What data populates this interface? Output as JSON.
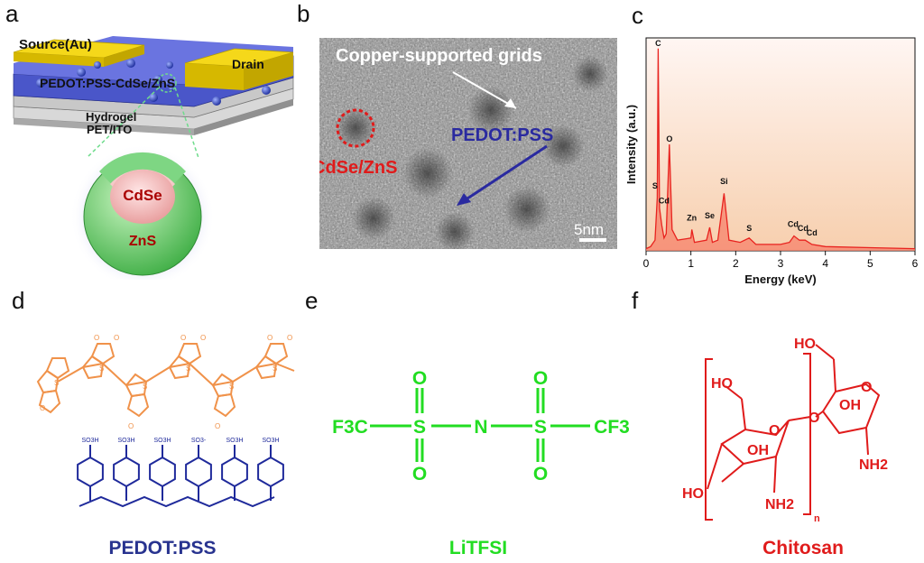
{
  "panels": {
    "a": "a",
    "b": "b",
    "c": "c",
    "d": "d",
    "e": "e",
    "f": "f"
  },
  "device": {
    "source": "Source(Au)",
    "drain": "Drain",
    "active_layer": "PEDOT:PSS-CdSe/ZnS",
    "hydrogel": "Hydrogel",
    "substrate": "PET/ITO",
    "core": "CdSe",
    "shell": "ZnS",
    "colors": {
      "electrode": "#f5d81a",
      "active": "#4a56c9",
      "core": "#f2b4b4",
      "shell": "#8fe08f"
    }
  },
  "tem": {
    "grid_label": "Copper-supported grids",
    "polymer_label": "PEDOT:PSS",
    "qd_label": "CdSe/ZnS",
    "scale": "5nm",
    "colors": {
      "qd": "#e01b1b",
      "polymer": "#2a2aa0"
    }
  },
  "chart_data": {
    "type": "line",
    "xlabel": "Energy (keV)",
    "ylabel": "Intensity (a.u.)",
    "xlim": [
      0,
      6
    ],
    "xticks": [
      0,
      1,
      2,
      3,
      4,
      5,
      6
    ],
    "series": [
      {
        "values": [
          [
            0,
            0.01
          ],
          [
            0.1,
            0.02
          ],
          [
            0.2,
            0.05
          ],
          [
            0.25,
            0.25
          ],
          [
            0.27,
            0.95
          ],
          [
            0.3,
            0.2
          ],
          [
            0.35,
            0.12
          ],
          [
            0.4,
            0.06
          ],
          [
            0.45,
            0.08
          ],
          [
            0.52,
            0.5
          ],
          [
            0.58,
            0.1
          ],
          [
            0.7,
            0.05
          ],
          [
            1.0,
            0.06
          ],
          [
            1.02,
            0.1
          ],
          [
            1.08,
            0.04
          ],
          [
            1.35,
            0.05
          ],
          [
            1.42,
            0.11
          ],
          [
            1.48,
            0.04
          ],
          [
            1.6,
            0.05
          ],
          [
            1.74,
            0.27
          ],
          [
            1.85,
            0.05
          ],
          [
            2.1,
            0.04
          ],
          [
            2.3,
            0.06
          ],
          [
            2.45,
            0.03
          ],
          [
            3.0,
            0.03
          ],
          [
            3.2,
            0.04
          ],
          [
            3.3,
            0.07
          ],
          [
            3.42,
            0.05
          ],
          [
            3.55,
            0.05
          ],
          [
            3.7,
            0.03
          ],
          [
            4.0,
            0.02
          ],
          [
            5.0,
            0.015
          ],
          [
            6.0,
            0.01
          ]
        ]
      }
    ],
    "peaks": [
      {
        "label": "C",
        "x": 0.27,
        "y": 0.95
      },
      {
        "label": "O",
        "x": 0.52,
        "y": 0.5
      },
      {
        "label": "S",
        "x": 0.2,
        "y": 0.28
      },
      {
        "label": "Cd",
        "x": 0.4,
        "y": 0.21
      },
      {
        "label": "Zn",
        "x": 1.02,
        "y": 0.13
      },
      {
        "label": "Se",
        "x": 1.42,
        "y": 0.14
      },
      {
        "label": "Si",
        "x": 1.74,
        "y": 0.3
      },
      {
        "label": "S",
        "x": 2.3,
        "y": 0.08
      },
      {
        "label": "Cd",
        "x": 3.28,
        "y": 0.1
      },
      {
        "label": "Cd",
        "x": 3.5,
        "y": 0.08
      },
      {
        "label": "Cd",
        "x": 3.7,
        "y": 0.06
      }
    ],
    "colors": {
      "line": "#e8231f",
      "fill_top": "#ffe9e4",
      "fill_bottom": "#f6d7b0"
    }
  },
  "structures": {
    "pedot": {
      "sulfur": "S",
      "oxygen": "O",
      "label": "PEDOT:PSS",
      "so3h": "SO3H",
      "so3": "SO3-",
      "color_pedot": "#f0924a",
      "color_pss": "#1f2a9b"
    },
    "litfsi": {
      "f3c": "F3C",
      "s": "S",
      "n": "N",
      "o": "O",
      "cf3": "CF3",
      "label": "LiTFSI",
      "color": "#22dd22"
    },
    "chitosan": {
      "ho": "HO",
      "oh": "OH",
      "o": "O",
      "nh2": "NH2",
      "n": "n",
      "label": "Chitosan",
      "color": "#e01b1b"
    }
  }
}
